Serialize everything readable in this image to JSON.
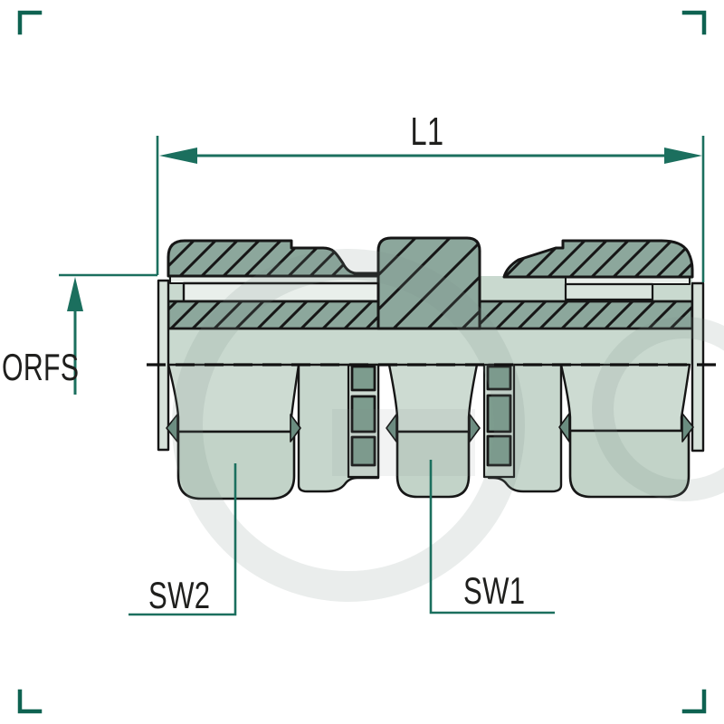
{
  "diagram": {
    "kind": "technical-drawing",
    "labels": {
      "length_dimension": "L1",
      "thread_dimension": "ORFS",
      "wrench_size_left": "SW2",
      "wrench_size_middle": "SW1"
    }
  },
  "colors": {
    "accent_green": "#1b6f5e",
    "corner_mark_green": "#0e6251",
    "outline_black": "#161616",
    "hatch_fill": "#8ca79c",
    "body_fill": "#c6d6cc",
    "body_face_fill": "#cddbd2",
    "thread_band_fill": "#c9d9cf",
    "white_band_fill": "#e9efeb",
    "light_band_fill": "#d9e4dd",
    "end_strip_fill": "#d7e2da",
    "dark_facet_fill": "#6b8d80",
    "slot_fill": "#7d9c8e",
    "label_text": "#1f1f1d"
  }
}
